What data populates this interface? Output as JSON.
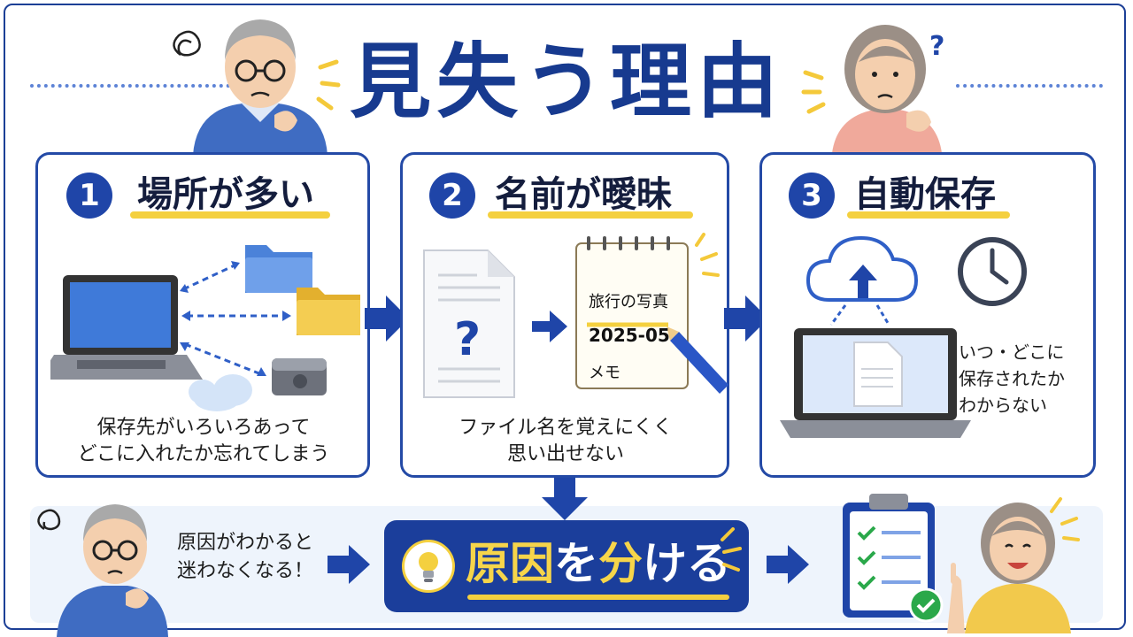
{
  "title": "見失う理由",
  "cards": [
    {
      "number": "1",
      "heading": "場所が多い",
      "description_line1": "保存先がいろいろあって",
      "description_line2": "どこに入れたか忘れてしまう"
    },
    {
      "number": "2",
      "heading": "名前が曖昧",
      "description_line1": "ファイル名を覚えにくく",
      "description_line2": "思い出せない"
    },
    {
      "number": "3",
      "heading": "自動保存",
      "description_line1": "いつ・どこに",
      "description_line2": "保存されたか",
      "description_line3": "わからない"
    }
  ],
  "notepad": {
    "line1": "旅行の写真",
    "line2": "2025-05",
    "line3": "メモ"
  },
  "bottom": {
    "note_line1": "原因がわかると",
    "note_line2": "迷わなくなる！",
    "result_part1": "原因",
    "result_part2": "を",
    "result_part3": "分",
    "result_part4": "ける"
  },
  "colors": {
    "primary": "#1f45a8",
    "accent": "#f4d03f",
    "band": "#eef4fc"
  }
}
